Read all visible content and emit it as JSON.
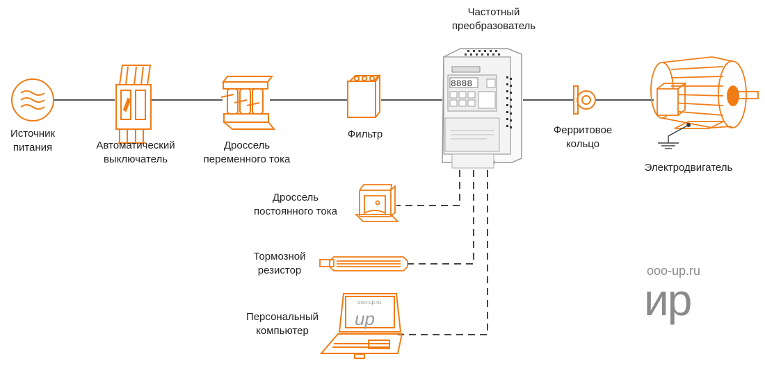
{
  "diagram": {
    "title": "Схема подключения частотного преобразователя",
    "accent_color": "#f07c16",
    "line_color": "#555555",
    "components": [
      {
        "id": "power-source",
        "icon": "ac-source-icon",
        "label_lines": [
          "Источник",
          "питания"
        ]
      },
      {
        "id": "circuit-breaker",
        "icon": "circuit-breaker-icon",
        "label_lines": [
          "Автоматический",
          "выключатель"
        ]
      },
      {
        "id": "ac-reactor",
        "icon": "ac-reactor-icon",
        "label_lines": [
          "Дроссель",
          "переменного тока"
        ]
      },
      {
        "id": "filter",
        "icon": "filter-icon",
        "label_lines": [
          "Фильтр"
        ]
      },
      {
        "id": "frequency-converter",
        "icon": "frequency-converter-icon",
        "label_lines": [
          "Частотный",
          "преобразователь"
        ],
        "display": "8888"
      },
      {
        "id": "ferrite-ring",
        "icon": "ferrite-ring-icon",
        "label_lines": [
          "Ферритовое",
          "кольцо"
        ]
      },
      {
        "id": "electric-motor",
        "icon": "motor-icon",
        "label_lines": [
          "Электродвигатель"
        ]
      },
      {
        "id": "dc-reactor",
        "icon": "dc-reactor-icon",
        "label_lines": [
          "Дроссель",
          "постоянного тока"
        ]
      },
      {
        "id": "brake-resistor",
        "icon": "brake-resistor-icon",
        "label_lines": [
          "Тормозной",
          "резистор"
        ]
      },
      {
        "id": "personal-computer",
        "icon": "laptop-icon",
        "label_lines": [
          "Персональный",
          "компьютер"
        ]
      }
    ],
    "connections": [
      {
        "from": "power-source",
        "to": "circuit-breaker",
        "style": "solid"
      },
      {
        "from": "circuit-breaker",
        "to": "ac-reactor",
        "style": "solid"
      },
      {
        "from": "ac-reactor",
        "to": "filter",
        "style": "solid"
      },
      {
        "from": "filter",
        "to": "frequency-converter",
        "style": "solid"
      },
      {
        "from": "frequency-converter",
        "to": "ferrite-ring",
        "style": "solid"
      },
      {
        "from": "ferrite-ring",
        "to": "electric-motor",
        "style": "solid"
      },
      {
        "from": "frequency-converter",
        "to": "dc-reactor",
        "style": "dashed"
      },
      {
        "from": "frequency-converter",
        "to": "brake-resistor",
        "style": "dashed"
      },
      {
        "from": "frequency-converter",
        "to": "personal-computer",
        "style": "dashed"
      }
    ]
  },
  "watermark": {
    "site": "ooo-up.ru",
    "logo": "ир"
  }
}
